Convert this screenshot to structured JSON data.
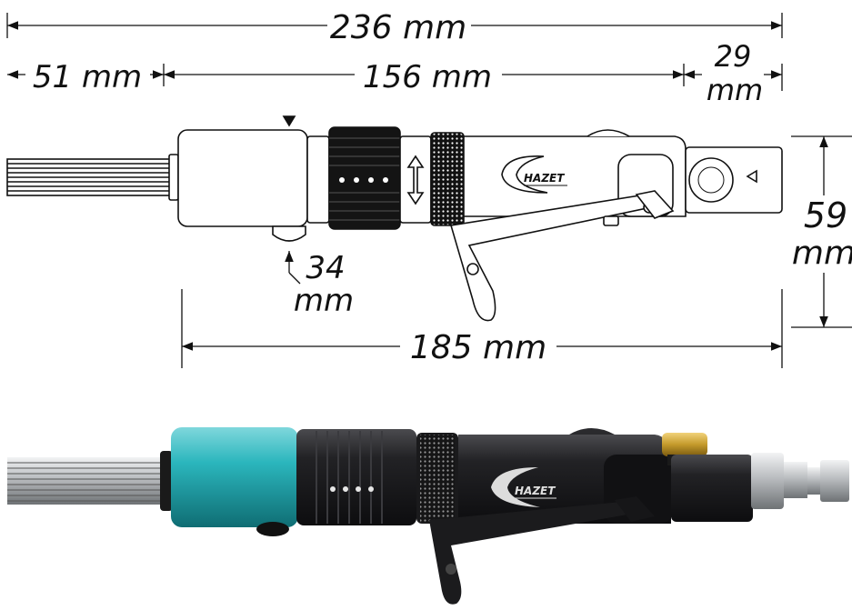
{
  "dimensions": {
    "overall_length": "236 mm",
    "front_section": "51 mm",
    "mid_section": "156 mm",
    "rear_section_value": "29",
    "rear_section_unit": "mm",
    "foot_height_value": "34",
    "foot_height_unit": "mm",
    "height_value": "59",
    "height_unit": "mm",
    "body_length": "185 mm"
  },
  "branding": {
    "logo_text": "HAZET"
  },
  "colors": {
    "line": "#111111",
    "tool_body": "#1b1b1d",
    "needle_housing": "#2bb6bd",
    "brass_knob": "#c49a2b",
    "steel": "#b9bcbf"
  }
}
